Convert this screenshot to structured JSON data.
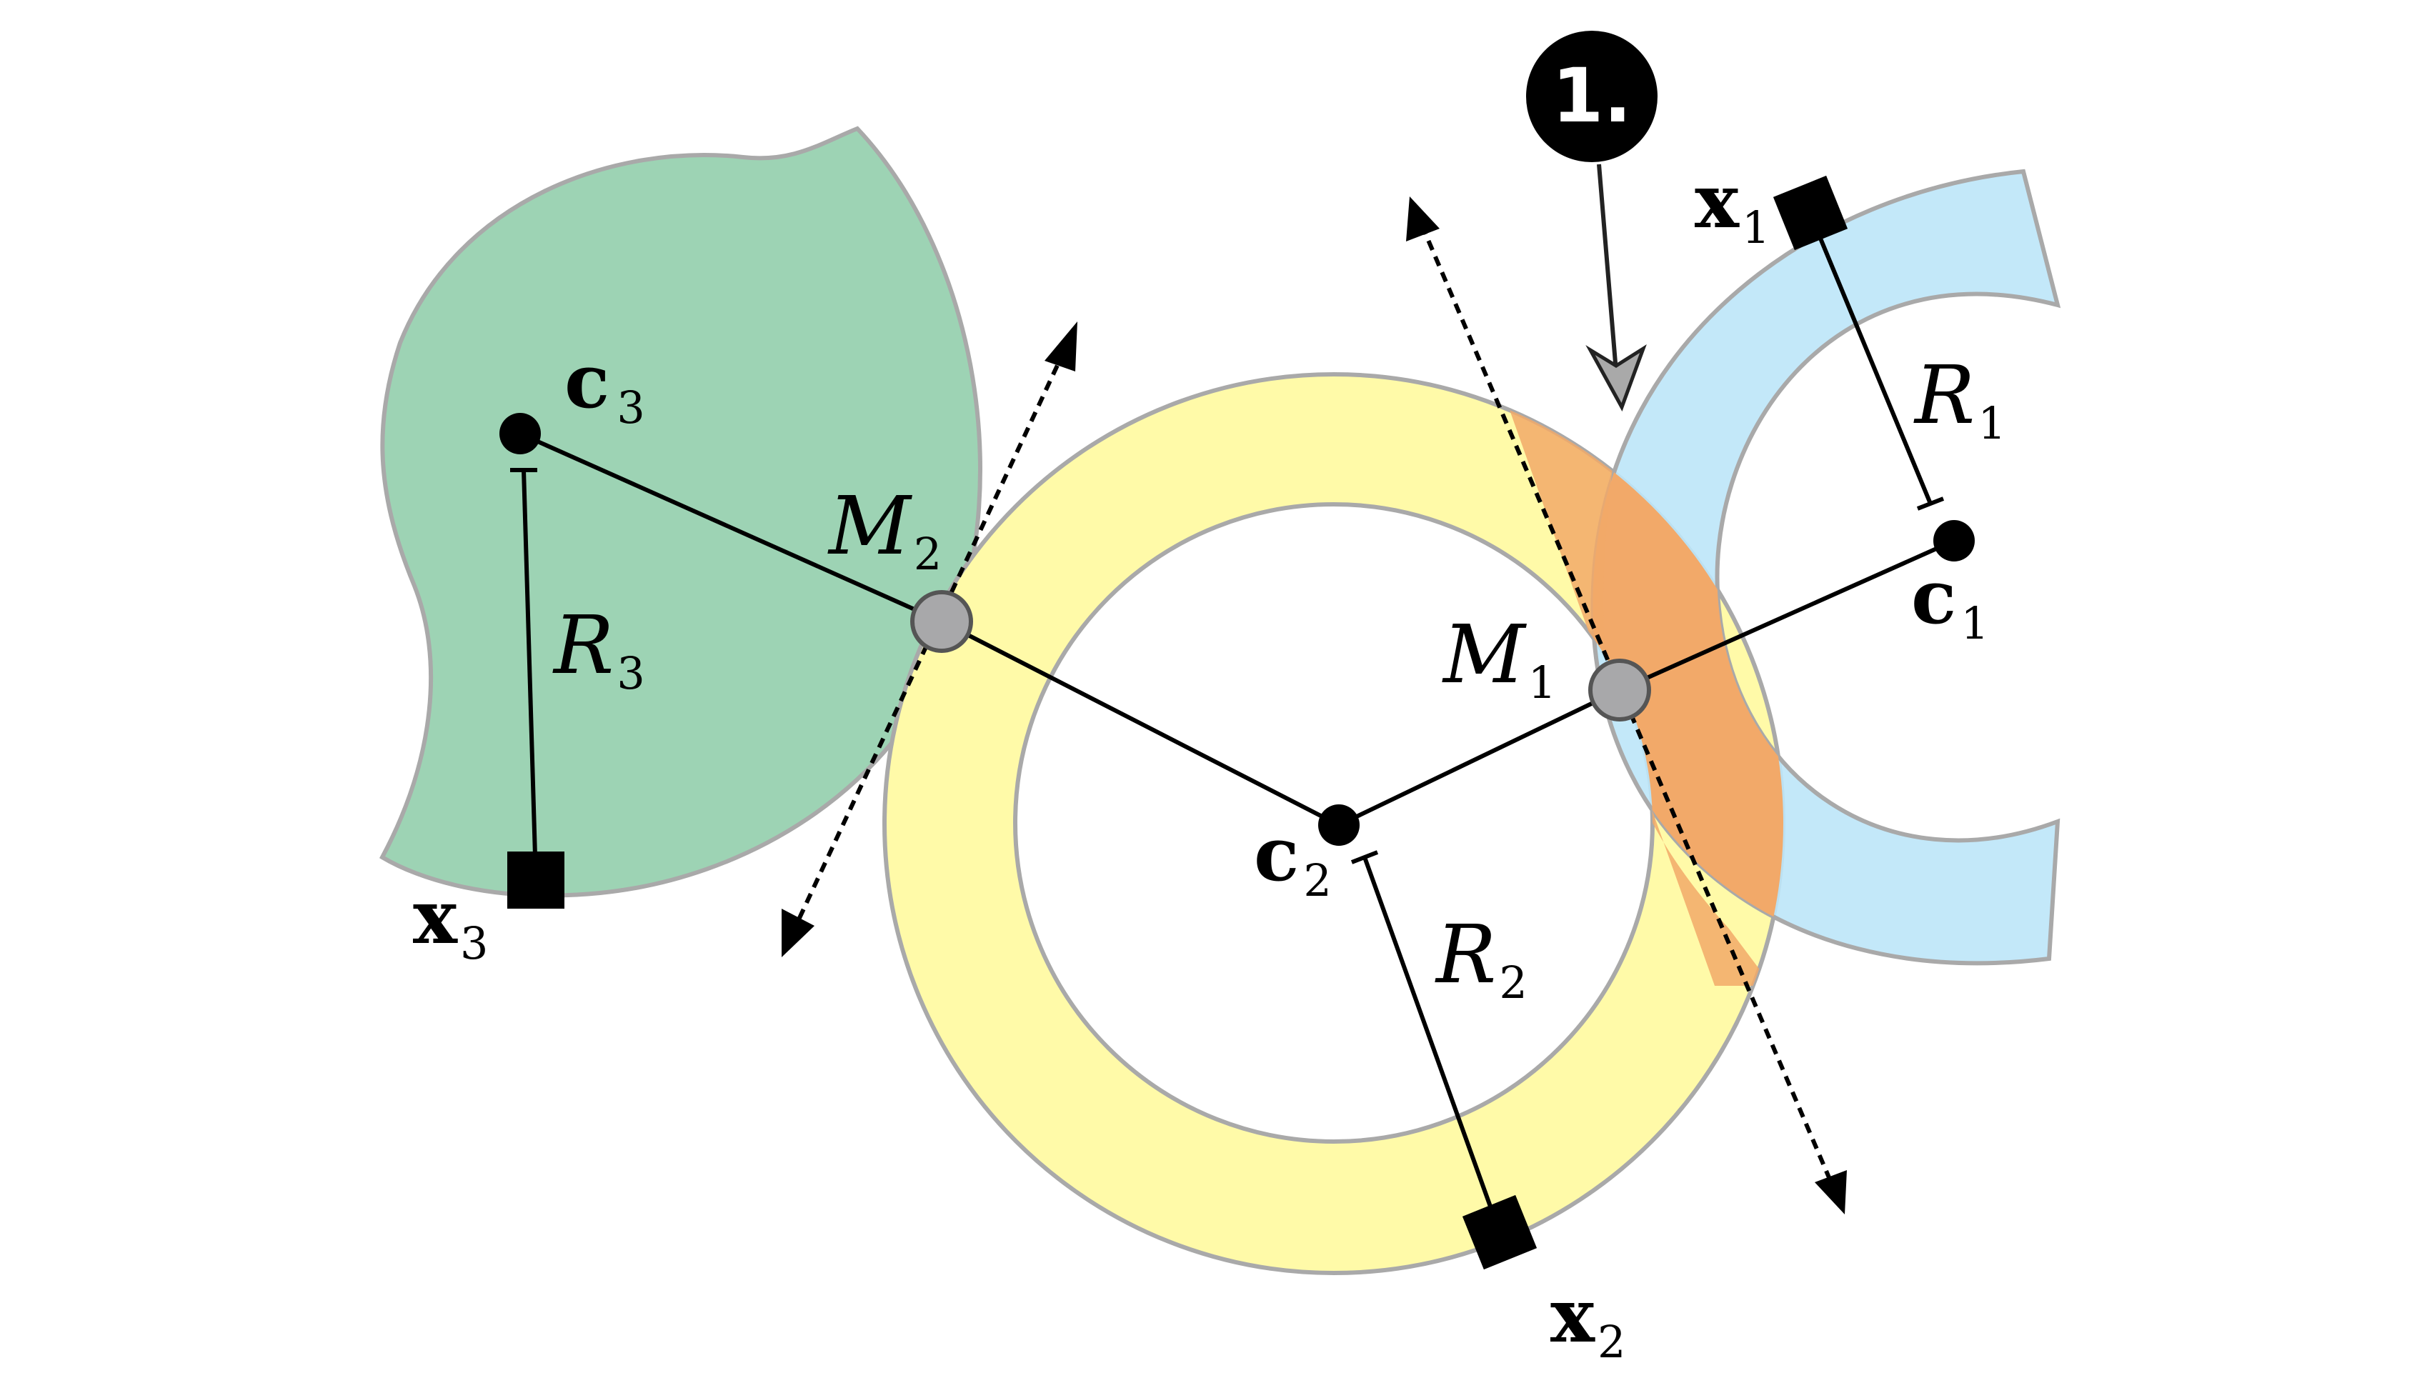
{
  "badge": {
    "text": "1."
  },
  "labels": {
    "c1": {
      "main": "c",
      "sub": "1"
    },
    "c2": {
      "main": "c",
      "sub": "2"
    },
    "c3": {
      "main": "c",
      "sub": "3"
    },
    "x1": {
      "main": "x",
      "sub": "1"
    },
    "x2": {
      "main": "x",
      "sub": "2"
    },
    "x3": {
      "main": "x",
      "sub": "3"
    },
    "R1": {
      "main": "R",
      "sub": "1"
    },
    "R2": {
      "main": "R",
      "sub": "2"
    },
    "R3": {
      "main": "R",
      "sub": "3"
    },
    "M1": {
      "main": "M",
      "sub": "1"
    },
    "M2": {
      "main": "M",
      "sub": "2"
    }
  },
  "colors": {
    "green_region": "#9dd3b4",
    "yellow_ring": "#fffaa8",
    "blue_arc": "#bde6f8",
    "overlap": "#f2a969",
    "outline": "#a9a9a9",
    "midpoint": "#a8a8aa"
  }
}
